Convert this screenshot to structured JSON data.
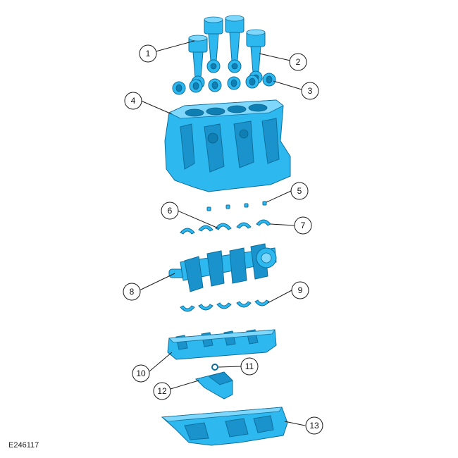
{
  "figure_id": "E246117",
  "callouts": [
    "1",
    "2",
    "3",
    "4",
    "5",
    "6",
    "7",
    "8",
    "9",
    "10",
    "11",
    "12",
    "13"
  ],
  "colors": {
    "part": "#2db8f0",
    "outline": "#0d6f9c"
  }
}
